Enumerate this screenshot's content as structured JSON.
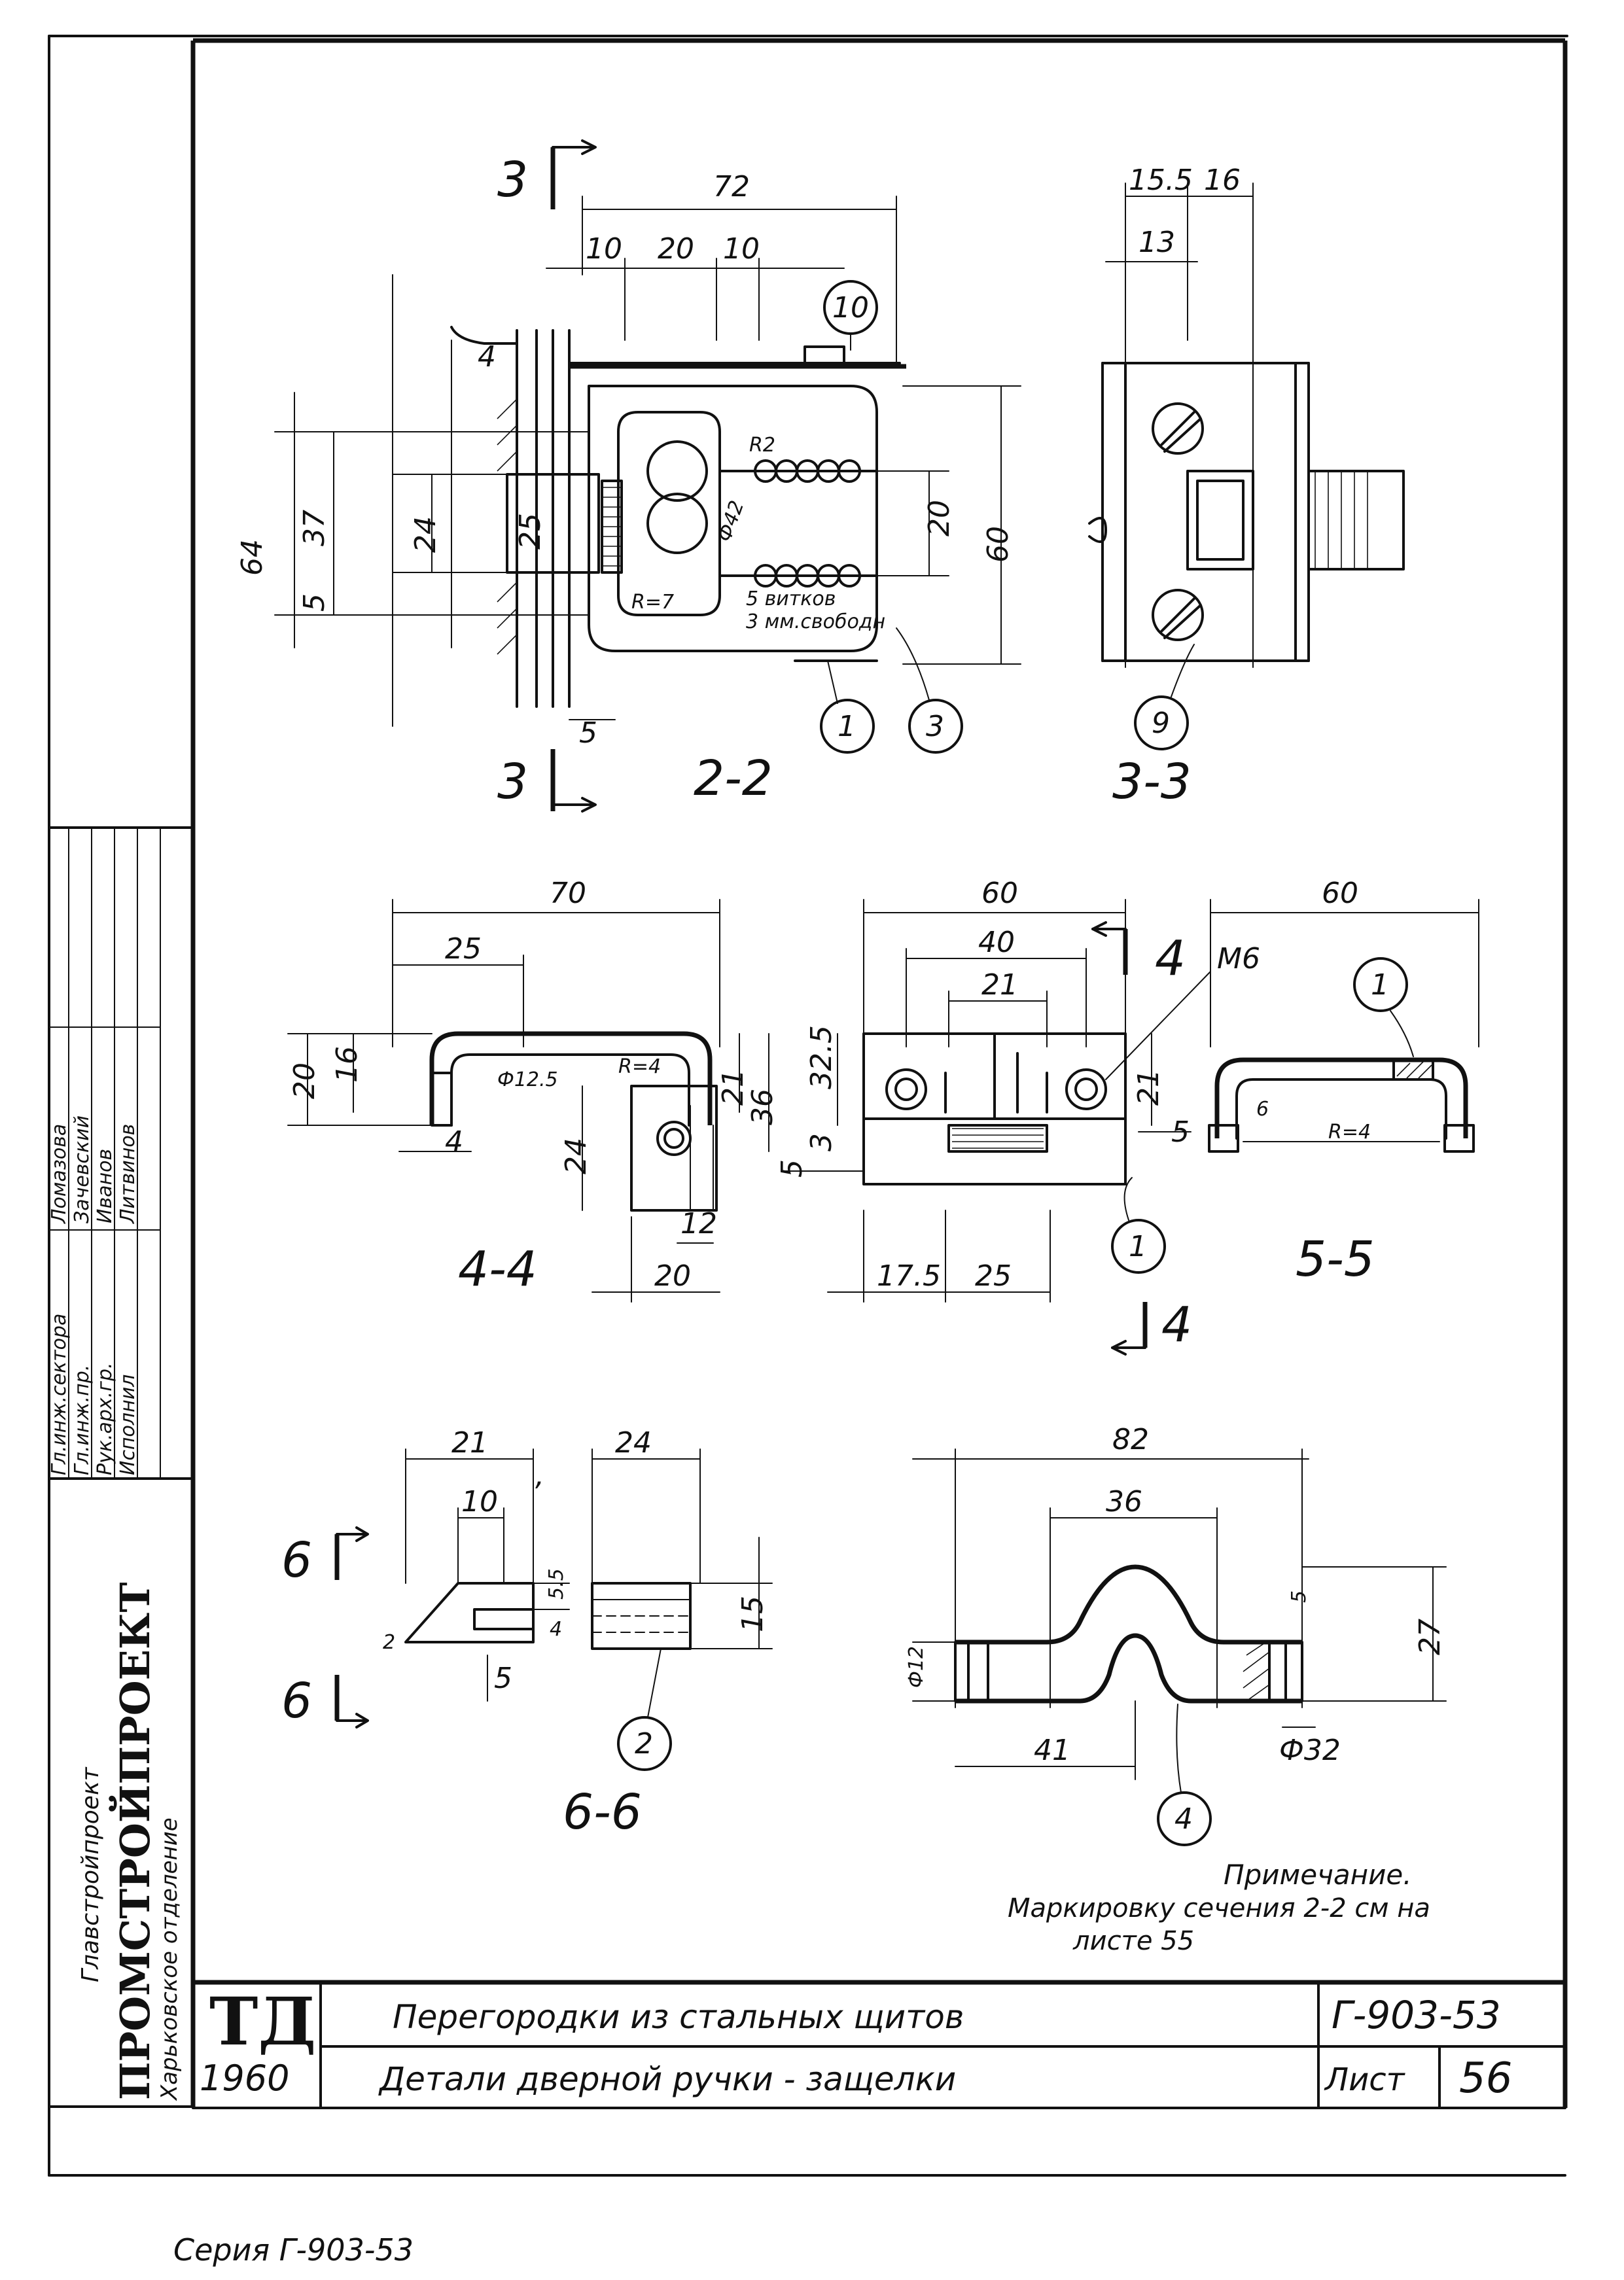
{
  "title_block": {
    "stamp": "ТД",
    "year": "1960",
    "title_main": "Перегородки из стальных щитов",
    "title_sub": "Детали дверной ручки - защелки",
    "series_code": "Г-903-53",
    "sheet_label": "Лист",
    "sheet_no": "56"
  },
  "side_block": {
    "org_top": "Главстройпроект",
    "org_main": "ПРОМСТРОЙПРОЕКТ",
    "org_sub": "Харьковское отделение",
    "roles": [
      "Гл.инж.сектора",
      "Гл.инж.пр.",
      "Рук.арх.гр.",
      "Исполнил"
    ],
    "names": [
      "Ломазова",
      "Зачевский",
      "Иванов",
      "Литвинов"
    ]
  },
  "note": {
    "heading": "Примечание.",
    "line1": "Маркировку сечения 2-2 см на",
    "line2": "листе 55"
  },
  "footer": "Серия Г-903-53",
  "sections": {
    "s22": "2-2",
    "s33": "3-3",
    "s44": "4-4",
    "s55": "5-5",
    "s66": "6-6",
    "cut3": "3",
    "cut4": "4",
    "cut6": "6"
  },
  "dims": {
    "s22": {
      "d72": "72",
      "d10a": "10",
      "d20": "20",
      "d10b": "10",
      "d4": "4",
      "d64": "64",
      "d37": "37",
      "d24": "24",
      "d25": "25",
      "d5": "5",
      "d5b": "5",
      "d20r": "20",
      "d60": "60",
      "r7": "R=7",
      "r2": "R2",
      "d42": "Ф42",
      "turns1": "5 витков",
      "turns2": "3 мм.свободн"
    },
    "s33": {
      "d155": "15.5",
      "d16": "16",
      "d13": "13"
    },
    "s44": {
      "d70": "70",
      "d25": "25",
      "d20": "20",
      "d16": "16",
      "d125": "Ф12.5",
      "r4": "R=4",
      "d4": "4",
      "d24": "24",
      "d12": "12",
      "d20b": "20",
      "d21": "21",
      "d36": "36"
    },
    "s45": {
      "d60": "60",
      "d40": "40",
      "d21": "21",
      "d325": "32.5",
      "d21r": "21",
      "m6": "M6",
      "d5": "5",
      "d3": "3",
      "d175": "17.5",
      "d25": "25",
      "d5b": "5"
    },
    "s55": {
      "d60": "60",
      "r4": "R=4",
      "d6": "6"
    },
    "s66": {
      "d21": "21",
      "d10": "10",
      "d55": "5.5",
      "d4": "4",
      "d2": "2",
      "d5": "5",
      "d24": "24",
      "d15": "15"
    },
    "pt4": {
      "d82": "82",
      "d36": "36",
      "d12": "Ф12",
      "d5": "5",
      "d27": "27",
      "d41": "41",
      "d32": "Ф32"
    }
  },
  "callouts": {
    "c1a": "1",
    "c1b": "1",
    "c1c": "1",
    "c2": "2",
    "c3": "3",
    "c4": "4",
    "c9": "9",
    "c10": "10"
  }
}
